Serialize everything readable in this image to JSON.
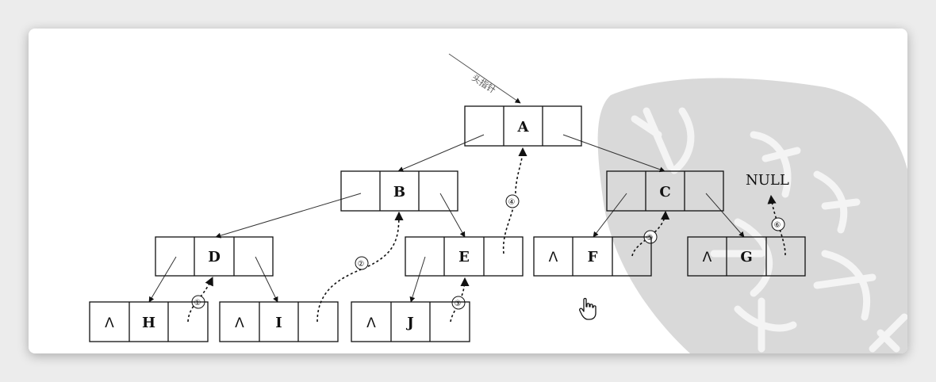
{
  "diagram": {
    "head_label": "头指针",
    "null_label": "NULL",
    "null_marker": "Λ",
    "nodes": [
      {
        "id": "A",
        "label": "A"
      },
      {
        "id": "B",
        "label": "B"
      },
      {
        "id": "C",
        "label": "C"
      },
      {
        "id": "D",
        "label": "D"
      },
      {
        "id": "E",
        "label": "E"
      },
      {
        "id": "F",
        "label": "F"
      },
      {
        "id": "G",
        "label": "G"
      },
      {
        "id": "H",
        "label": "H"
      },
      {
        "id": "I",
        "label": "I"
      },
      {
        "id": "J",
        "label": "J"
      }
    ],
    "thread_labels": [
      "①",
      "②",
      "③",
      "④",
      "⑤",
      "⑥"
    ]
  },
  "colors": {
    "stroke": "#111111",
    "watermark": "#d8d8d8"
  },
  "icons": {
    "cursor": "hand-pointer-icon"
  }
}
